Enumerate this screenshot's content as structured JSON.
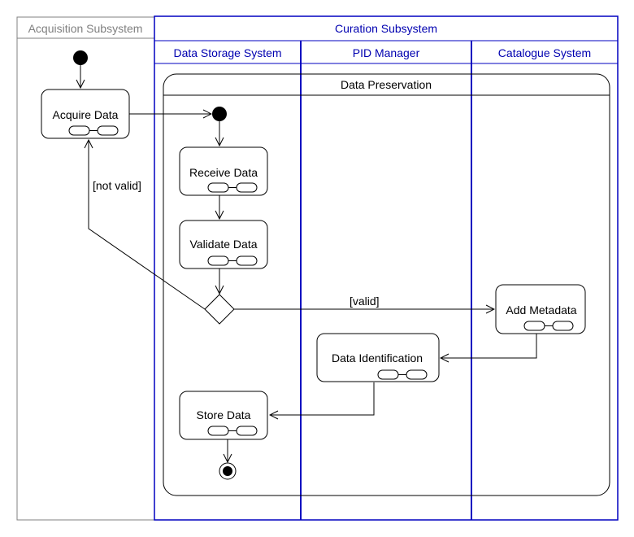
{
  "colors": {
    "lane_blue": "#0000c0",
    "lane_grey": "#808080",
    "line": "#000000",
    "node_fill": "#ffffff"
  },
  "lanes": {
    "acquisition": "Acquisition Subsystem",
    "curation": "Curation Subsystem",
    "data_storage": "Data Storage System",
    "pid_manager": "PID Manager",
    "catalogue": "Catalogue System"
  },
  "region": {
    "title": "Data Preservation"
  },
  "actions": {
    "acquire": "Acquire Data",
    "receive": "Receive Data",
    "validate": "Validate Data",
    "add_metadata": "Add Metadata",
    "identify": "Data Identification",
    "store": "Store Data"
  },
  "guards": {
    "not_valid": "[not valid]",
    "valid": "[valid]"
  }
}
